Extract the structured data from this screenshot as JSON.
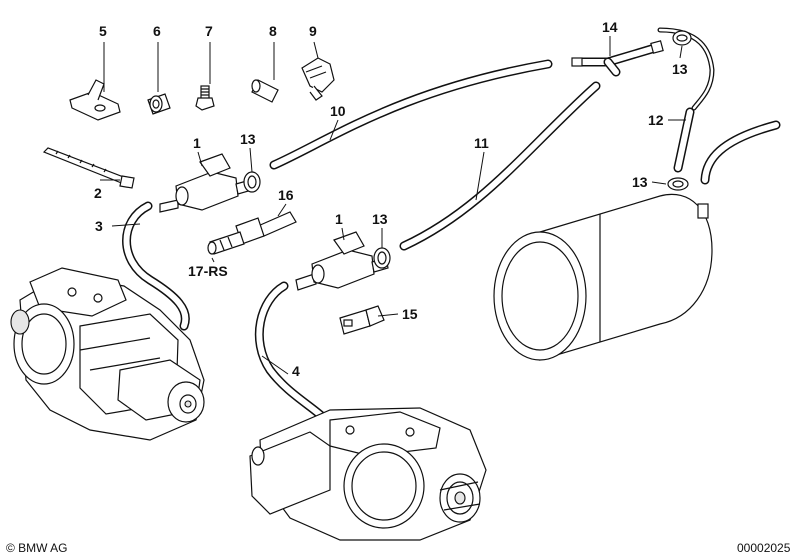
{
  "labels": {
    "p1a": "1",
    "p1b": "1",
    "p2": "2",
    "p3": "3",
    "p4": "4",
    "p5": "5",
    "p6": "6",
    "p7": "7",
    "p8": "8",
    "p9": "9",
    "p10": "10",
    "p11": "11",
    "p12": "12",
    "p13a": "13",
    "p13b": "13",
    "p13c": "13",
    "p13d": "13",
    "p14": "14",
    "p15": "15",
    "p16": "16",
    "p17": "17-RS"
  },
  "footer": {
    "copyright": "© BMW AG",
    "diagram_number": "00002025"
  }
}
